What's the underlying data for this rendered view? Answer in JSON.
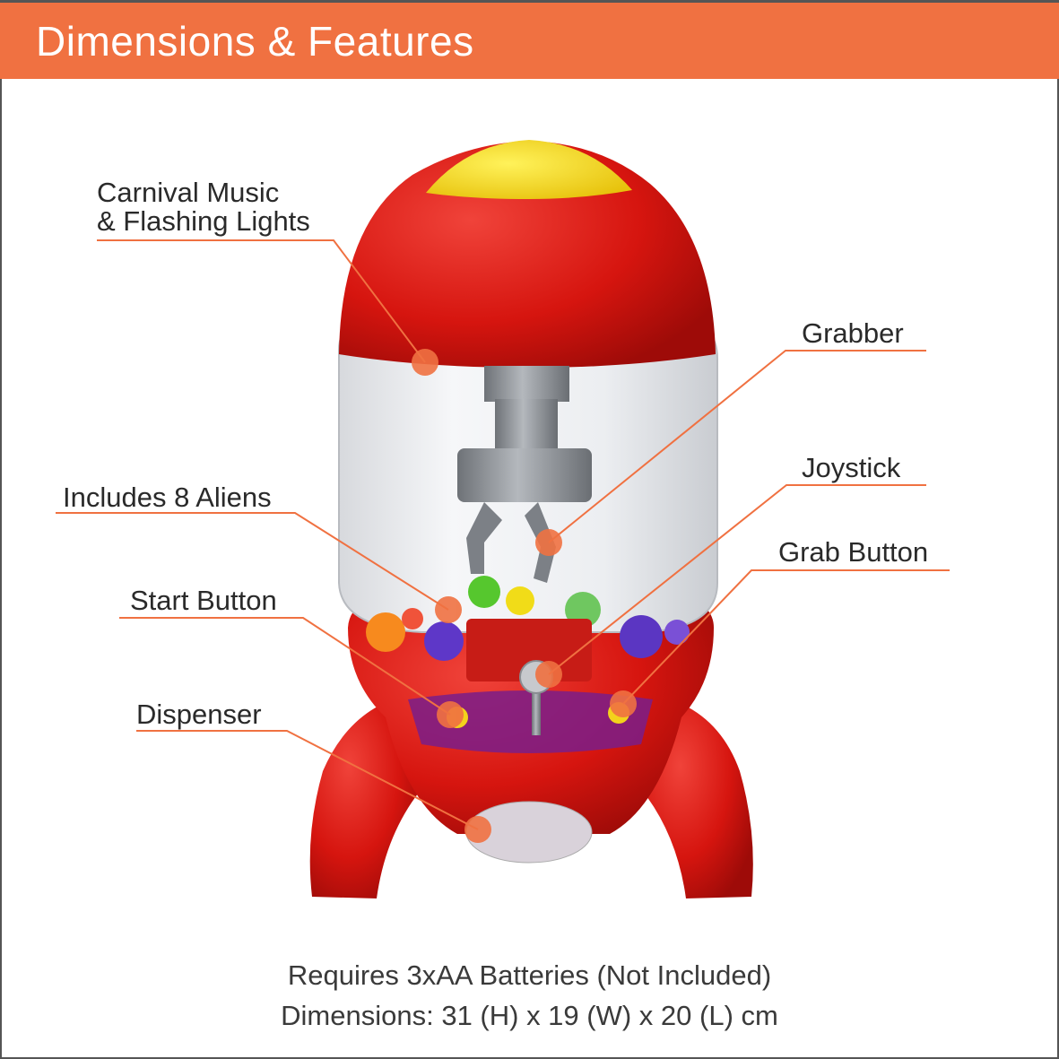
{
  "header": {
    "title": "Dimensions & Features"
  },
  "features": {
    "music_line1": "Carnival Music",
    "music_line2": "& Flashing Lights",
    "grabber": "Grabber",
    "aliens": "Includes 8 Aliens",
    "joystick": "Joystick",
    "start": "Start Button",
    "grab": "Grab Button",
    "dispenser": "Dispenser"
  },
  "footer": {
    "batteries": "Requires 3xAA Batteries (Not Included)",
    "dimensions": "Dimensions: 31 (H) x 19 (W) x 20 (L) cm"
  },
  "colors": {
    "accent": "#f07141",
    "rocket_red": "#d8140f",
    "nose_yellow": "#f7dc1a"
  },
  "image": {
    "subject": "rocket-claw-machine-toy"
  }
}
